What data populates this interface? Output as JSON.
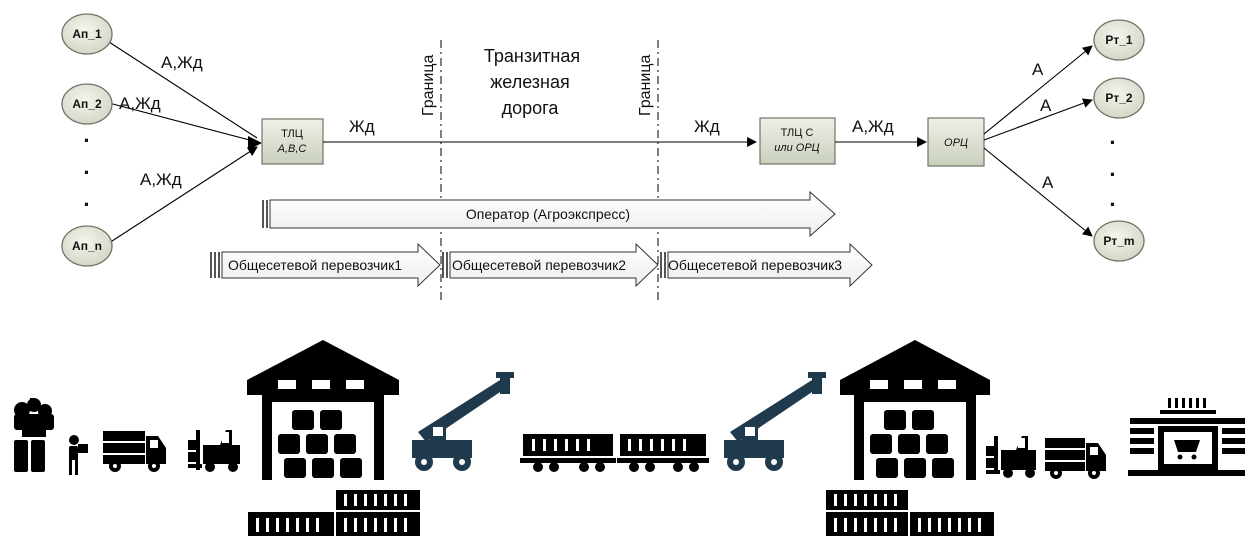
{
  "diagram": {
    "origin_nodes": [
      "Ап_1",
      "Ап_2",
      "Ап_n"
    ],
    "dest_nodes": [
      "Рт_1",
      "Рт_2",
      "Рт_m"
    ],
    "left_box": {
      "title": "ТЛЦ",
      "subtitle": "А,В,С"
    },
    "right_box": {
      "title": "ТЛЦ С",
      "subtitle": "или ОРЦ"
    },
    "final_box": {
      "title": "ОРЦ"
    },
    "edge_labels": {
      "ap1": "А,Жд",
      "ap2": "А,Жд",
      "apn": "А,Жд",
      "rail_left": "Жд",
      "rail_right": "Жд",
      "to_orc": "А,Жд",
      "rt1": "А",
      "rt2": "А",
      "rtm": "А"
    },
    "border_label": "Граница",
    "transit_title": [
      "Транзитная",
      "железная",
      "дорога"
    ],
    "operator_label": "Оператор (Агроэкспресс)",
    "carriers": [
      "Общесетевой перевозчик1",
      "Общесетевой перевозчик2",
      "Общесетевой перевозчик3"
    ],
    "ellipsis": "·"
  },
  "illustration": {
    "icons": [
      "produce-icon",
      "worker-icon",
      "truck-icon",
      "forklift-icon",
      "warehouse-icon",
      "container-stack-icon",
      "reach-stacker-icon",
      "rail-wagon-icon",
      "rail-wagon-icon",
      "reach-stacker-icon",
      "warehouse-icon",
      "container-stack-icon",
      "forklift-icon",
      "truck-icon",
      "store-icon"
    ],
    "color": "#000000",
    "accent": "#1f3a4d"
  }
}
